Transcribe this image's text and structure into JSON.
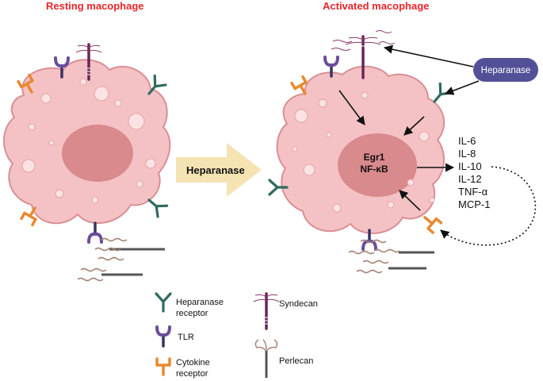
{
  "titles": {
    "resting": "Resting macophage",
    "activated": "Activated macophage"
  },
  "center_arrow_label": "Heparanase",
  "enzyme_label": "Heparanase",
  "nucleus": {
    "line1": "Egr1",
    "line2": "NF-κB"
  },
  "cytokines": [
    "IL-6",
    "IL-8",
    "IL-10",
    "IL-12",
    "TNF-α",
    "MCP-1"
  ],
  "legend": {
    "heparanase_receptor": [
      "Heparanase",
      "receptor"
    ],
    "tlr": "TLR",
    "cytokine_receptor": [
      "Cytokine",
      "receptor"
    ],
    "syndecan": "Syndecan",
    "perlecan": "Perlecan"
  },
  "colors": {
    "title": "#e8262b",
    "cell_fill": "#f4c2c4",
    "cell_stroke": "#d98f94",
    "nucleus": "#d98a8c",
    "heparanase_receptor": "#2f6b5f",
    "tlr": "#6a4d9b",
    "cytokine_receptor": "#e8892f",
    "syndecan": "#6b2456",
    "perlecan": "#555555",
    "enzyme_pill": "#525197",
    "big_arrow": "#f5e3b3"
  }
}
